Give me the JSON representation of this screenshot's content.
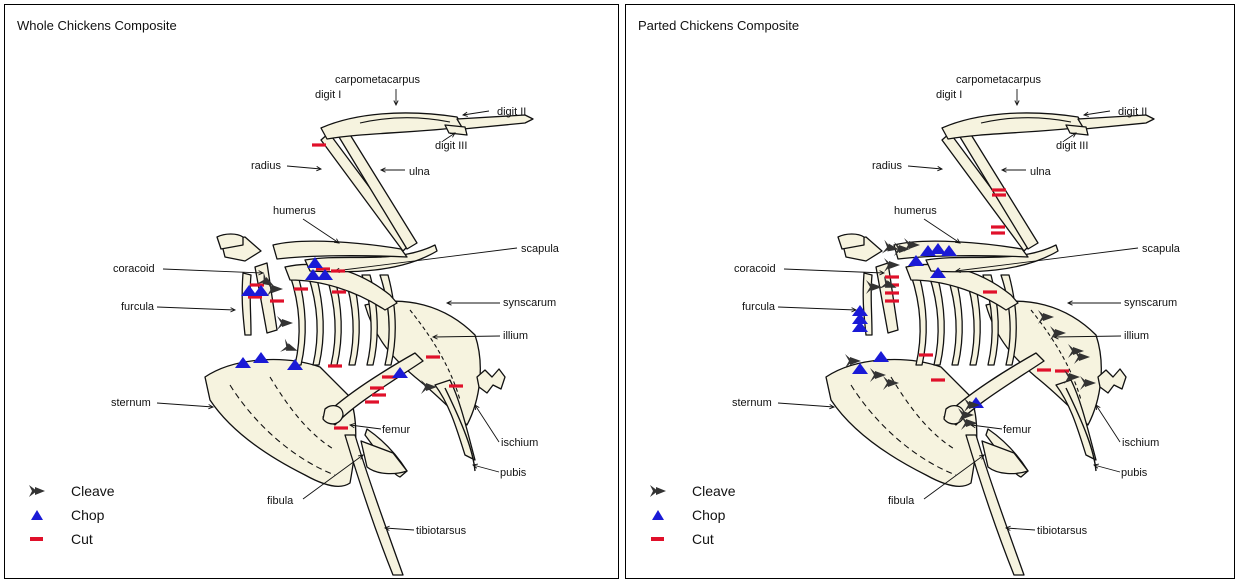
{
  "panels": [
    {
      "title": "Whole Chickens Composite",
      "legend": [
        {
          "label": "Cleave",
          "symbol": "cleave",
          "color": "#333333"
        },
        {
          "label": "Chop",
          "symbol": "chop",
          "color": "#1a1ad6"
        },
        {
          "label": "Cut",
          "symbol": "cut",
          "color": "#e0102a"
        }
      ]
    },
    {
      "title": "Parted Chickens Composite",
      "legend": [
        {
          "label": "Cleave",
          "symbol": "cleave",
          "color": "#333333"
        },
        {
          "label": "Chop",
          "symbol": "chop",
          "color": "#1a1ad6"
        },
        {
          "label": "Cut",
          "symbol": "cut",
          "color": "#e0102a"
        }
      ]
    }
  ],
  "bone_labels": {
    "carpometacarpus": "carpometacarpus",
    "digit_1": "digit I",
    "digit_2": "digit II",
    "digit_3": "digit III",
    "radius": "radius",
    "ulna": "ulna",
    "humerus": "humerus",
    "scapula": "scapula",
    "coracoid": "coracoid",
    "furcula": "furcula",
    "synscarum": "synscarum",
    "illium": "illium",
    "sternum": "sternum",
    "femur": "femur",
    "ischium": "ischium",
    "pubis": "pubis",
    "fibula": "fibula",
    "tibiotarsus": "tibiotarsus"
  },
  "colors": {
    "cleave": "#333333",
    "chop": "#1a1ad6",
    "cut": "#e0102a",
    "bone_fill": "#f6f3df",
    "line": "#111111"
  }
}
